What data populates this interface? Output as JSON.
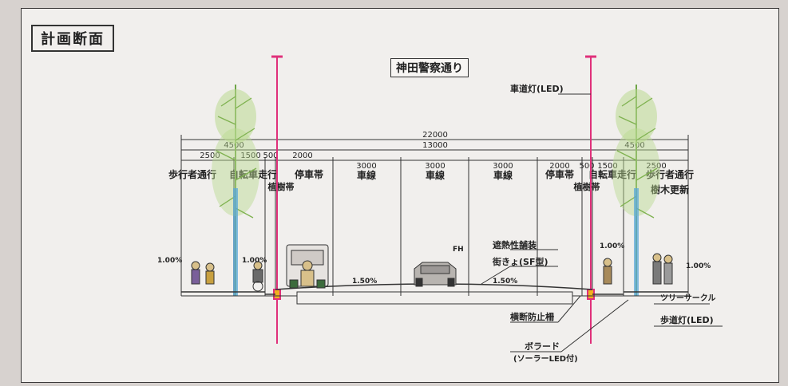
{
  "title": "計画断面",
  "street_name": "神田警察通り",
  "dimensions": {
    "total": "22000",
    "carriageway": "13000",
    "left_sidewalk": "4500",
    "right_sidewalk": "4500",
    "left_ped": "2500",
    "left_bike": "1500",
    "left_planting": "500",
    "left_park": "2000",
    "lane1": "3000",
    "lane2": "3000",
    "lane3": "3000",
    "right_park": "2000",
    "right_planting": "500",
    "right_bike": "1500",
    "right_ped": "2500"
  },
  "zones": {
    "left_ped": "歩行者通行",
    "left_bike": "自転車走行",
    "left_planting": "植樹帯",
    "left_park": "停車帯",
    "lane1": "車線",
    "lane2": "車線",
    "lane3": "車線",
    "right_park": "停車帯",
    "right_bike": "自転車走行",
    "right_planting": "植樹帯",
    "right_ped": "歩行者通行",
    "tree_renewal": "樹木更新"
  },
  "slopes": {
    "left_sidewalk": "1.00%",
    "left_bike": "1.00%",
    "road_left": "1.50%",
    "road_right": "1.50%",
    "right_bike": "1.00%",
    "right_sidewalk": "1.00%"
  },
  "callouts": {
    "streetlight": "車道灯(LED)",
    "fh": "FH",
    "heat_pavement": "遮熱性舗装",
    "gutter": "街きょ(SF型)",
    "fence": "横断防止柵",
    "bollard": "ボラード",
    "bollard_sub": "(ソーラーLED付)",
    "tree_circle": "ツリーサークル",
    "sidewalk_light": "歩道灯(LED)"
  },
  "colors": {
    "pole": "#e0307a",
    "tree": "#9cc468",
    "trunk_light": "#5aa8d8",
    "line": "#333333",
    "curb_accent": "#f0b020"
  }
}
